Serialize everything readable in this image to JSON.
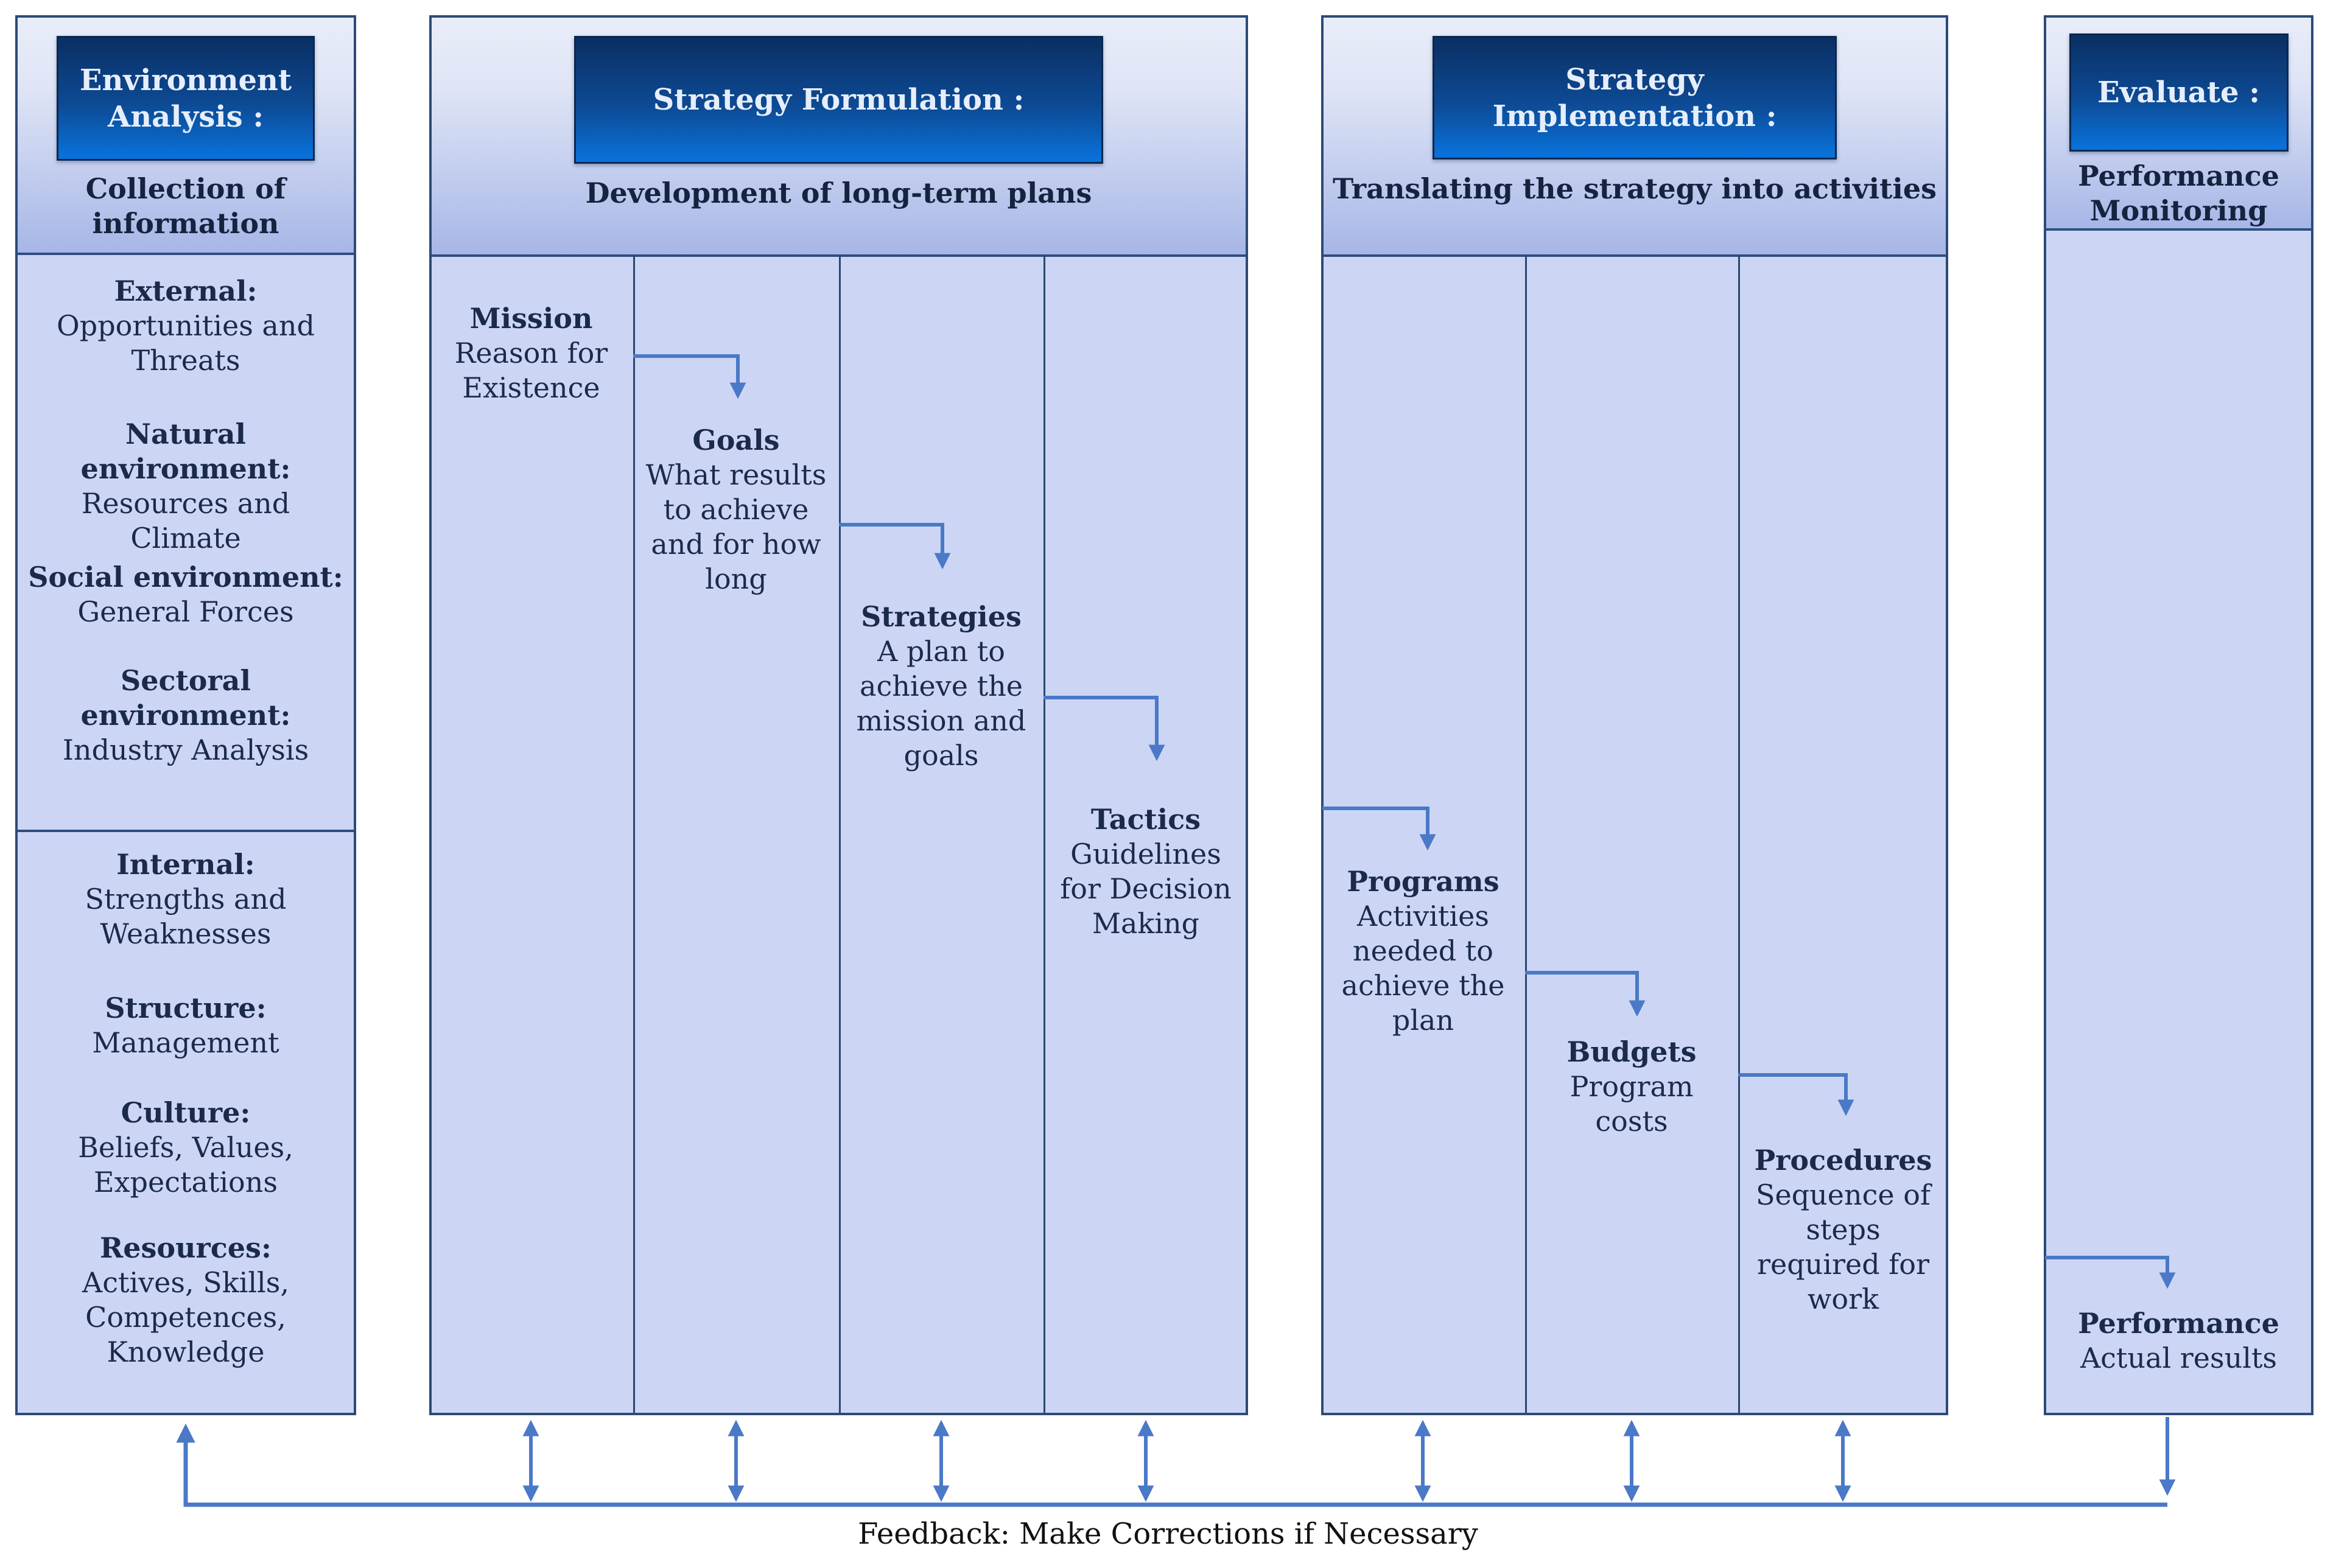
{
  "feedback": {
    "label": "Feedback: Make Corrections if Necessary"
  },
  "panels": [
    {
      "id": "environment-analysis",
      "title": "Environment\nAnalysis :",
      "subtitle": "Collection of\ninformation",
      "sections": [
        {
          "items": [
            {
              "label": "External:",
              "desc": "Opportunities and\nThreats"
            },
            {
              "label": "Natural environment:",
              "desc": "Resources and\nClimate"
            },
            {
              "label": "Social environment:",
              "desc": "General Forces"
            },
            {
              "label": "Sectoral\nenvironment:",
              "desc": "Industry Analysis"
            }
          ]
        },
        {
          "items": [
            {
              "label": "Internal:",
              "desc": "Strengths and\nWeaknesses"
            },
            {
              "label": "Structure:",
              "desc": "Management"
            },
            {
              "label": "Culture:",
              "desc": "Beliefs, Values,\nExpectations"
            },
            {
              "label": "Resources:",
              "desc": "Actives, Skills,\nCompetences,\nKnowledge"
            }
          ]
        }
      ]
    },
    {
      "id": "strategy-formulation",
      "title": "Strategy Formulation :",
      "subtitle": "Development of long-term plans",
      "steps": [
        {
          "label": "Mission",
          "desc": "Reason for\nExistence"
        },
        {
          "label": "Goals",
          "desc": "What results\nto achieve\nand for how\nlong"
        },
        {
          "label": "Strategies",
          "desc": "A plan to\nachieve the\nmission and\ngoals"
        },
        {
          "label": "Tactics",
          "desc": "Guidelines\nfor Decision\nMaking"
        }
      ]
    },
    {
      "id": "strategy-implementation",
      "title": "Strategy Implementation :",
      "subtitle": "Translating the strategy into activities",
      "steps": [
        {
          "label": "Programs",
          "desc": "Activities\nneeded to\nachieve the\nplan"
        },
        {
          "label": "Budgets",
          "desc": "Program\ncosts"
        },
        {
          "label": "Procedures",
          "desc": "Sequence of\nsteps\nrequired for\nwork"
        }
      ]
    },
    {
      "id": "evaluate",
      "title": "Evaluate :",
      "subtitle": "Performance\nMonitoring",
      "steps": [
        {
          "label": "Performance",
          "desc": "Actual results"
        }
      ]
    }
  ],
  "colors": {
    "panel_border": "#2d4a78",
    "panel_body_bg": "#ccd6f4",
    "header_gradient_top": "#e9edf9",
    "header_gradient_bottom": "#a7b6e7",
    "title_box_top": "#0a2f63",
    "title_box_bottom": "#0973dd",
    "title_text": "#e6eefb",
    "divider": "#2f4e80",
    "column_line": "#2c4770",
    "body_text": "#1b2a4a",
    "arrow": "#4a79c7",
    "feedback_text": "#111111"
  }
}
